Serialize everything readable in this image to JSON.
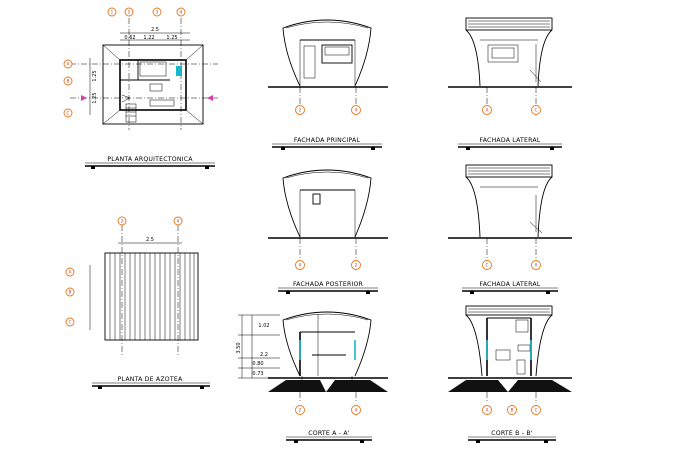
{
  "drawing_titles": {
    "planta_arquitectonica": "PLANTA ARQUITECTONICA",
    "planta_azotea": "PLANTA DE AZOTEA",
    "fachada_principal": "FACHADA PRINCIPAL",
    "fachada_lateral_1": "FACHADA LATERAL",
    "fachada_posterior": "FACHADA POSTERIOR",
    "fachada_lateral_2": "FACHADA LATERAL",
    "corte_a": "CORTE A - A'",
    "corte_b": "CORTE B - B'"
  },
  "dimensions": {
    "plan_overall": "2.5",
    "plan_seg_1": "0.62",
    "plan_seg_2": "1.22",
    "plan_seg_3": "1.25",
    "plan_side_1": "1.25",
    "plan_side_2": "1.25",
    "roof_width": "2.5",
    "section_total": "3.50",
    "section_upper": "1.02",
    "section_mid": "2.2",
    "section_lower_1": "0.80",
    "section_lower_2": "0.73"
  },
  "colors": {
    "line": "#000000",
    "axis_bubble": "#e8751a",
    "bubble_text": "#c0392b",
    "glazing": "#19b8c9",
    "section_marker": "#d63fa8"
  }
}
